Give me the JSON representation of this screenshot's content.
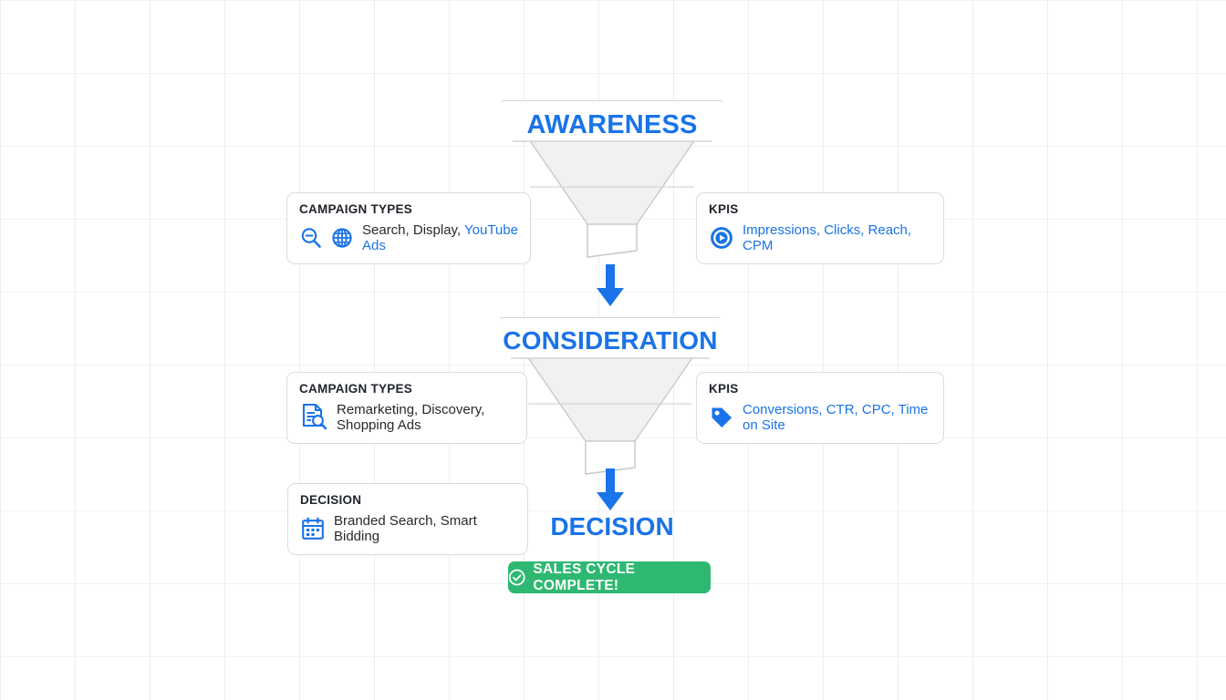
{
  "colors": {
    "accent_blue": "#1a73e8",
    "text_dark": "#26292e",
    "success_green": "#2eb872",
    "card_border": "#dadce0",
    "funnel_fill": "#f1f1f1"
  },
  "funnels": [
    {
      "label": "AWARENESS",
      "icon": "funnel-shape"
    },
    {
      "label": "CONSIDERATION",
      "icon": "funnel-shape"
    }
  ],
  "arrows": [
    {
      "icon": "arrow-down-icon"
    },
    {
      "icon": "arrow-down-icon"
    }
  ],
  "decision_heading": "DECISION",
  "cards": [
    {
      "id": "campaign-1",
      "title": "CAMPAIGN TYPES",
      "icons": [
        "zoom-out-magnifier-icon",
        "globe-icon"
      ],
      "text_plain": "Search, Display, ",
      "text_accent": "YouTube Ads"
    },
    {
      "id": "kpis-1",
      "title": "KPIS",
      "icons": [
        "play-circle-icon"
      ],
      "text_accent": "Impressions, Clicks, Reach, CPM"
    },
    {
      "id": "campaign-2",
      "title": "CAMPAIGN TYPES",
      "icons": [
        "document-search-icon"
      ],
      "text_plain": "Remarketing, Discovery, Shopping Ads"
    },
    {
      "id": "kpis-2",
      "title": "KPIS",
      "icons": [
        "tag-icon"
      ],
      "text_accent": "Conversions, CTR, CPC, Time on Site"
    },
    {
      "id": "decision",
      "title": "DECISION",
      "icons": [
        "calendar-icon"
      ],
      "text_plain": "Branded Search, Smart Bidding"
    }
  ],
  "status_badge": {
    "label": "SALES CYCLE COMPLETE!",
    "icon": "check-circle-icon"
  }
}
